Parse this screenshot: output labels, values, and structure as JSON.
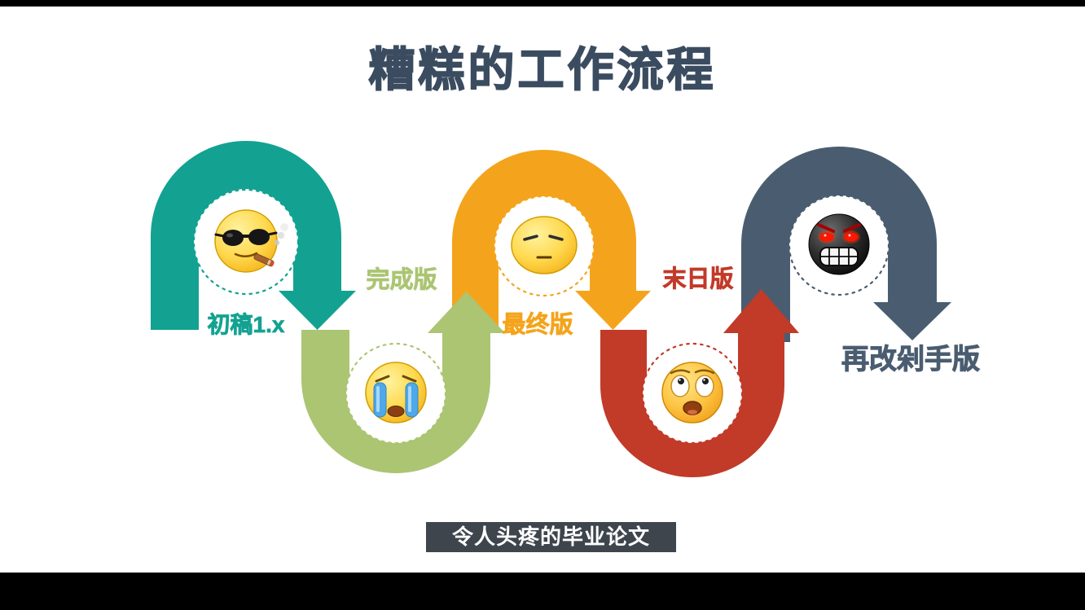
{
  "slide": {
    "title": "糟糕的工作流程",
    "banner": "令人头疼的毕业论文"
  },
  "steps": [
    {
      "label": "初稿1.x",
      "color": "#13a291",
      "emoji": "cool-sunglasses-cigar-emoji"
    },
    {
      "label": "完成版",
      "color": "#abc573",
      "emoji": "loud-crying-emoji"
    },
    {
      "label": "最终版",
      "color": "#f4a41c",
      "emoji": "disdain-side-eye-emoji"
    },
    {
      "label": "末日版",
      "color": "#c23a28",
      "emoji": "shocked-emoji"
    },
    {
      "label": "再改剁手版",
      "color": "#4a5d70",
      "emoji": "black-rage-gritted-teeth-emoji"
    }
  ],
  "colors": {
    "title_text": "#3b4c60",
    "banner_background": "#3e454d",
    "banner_text": "#ffffff",
    "slide_background": "#ffffff",
    "letterbox": "#000000"
  }
}
